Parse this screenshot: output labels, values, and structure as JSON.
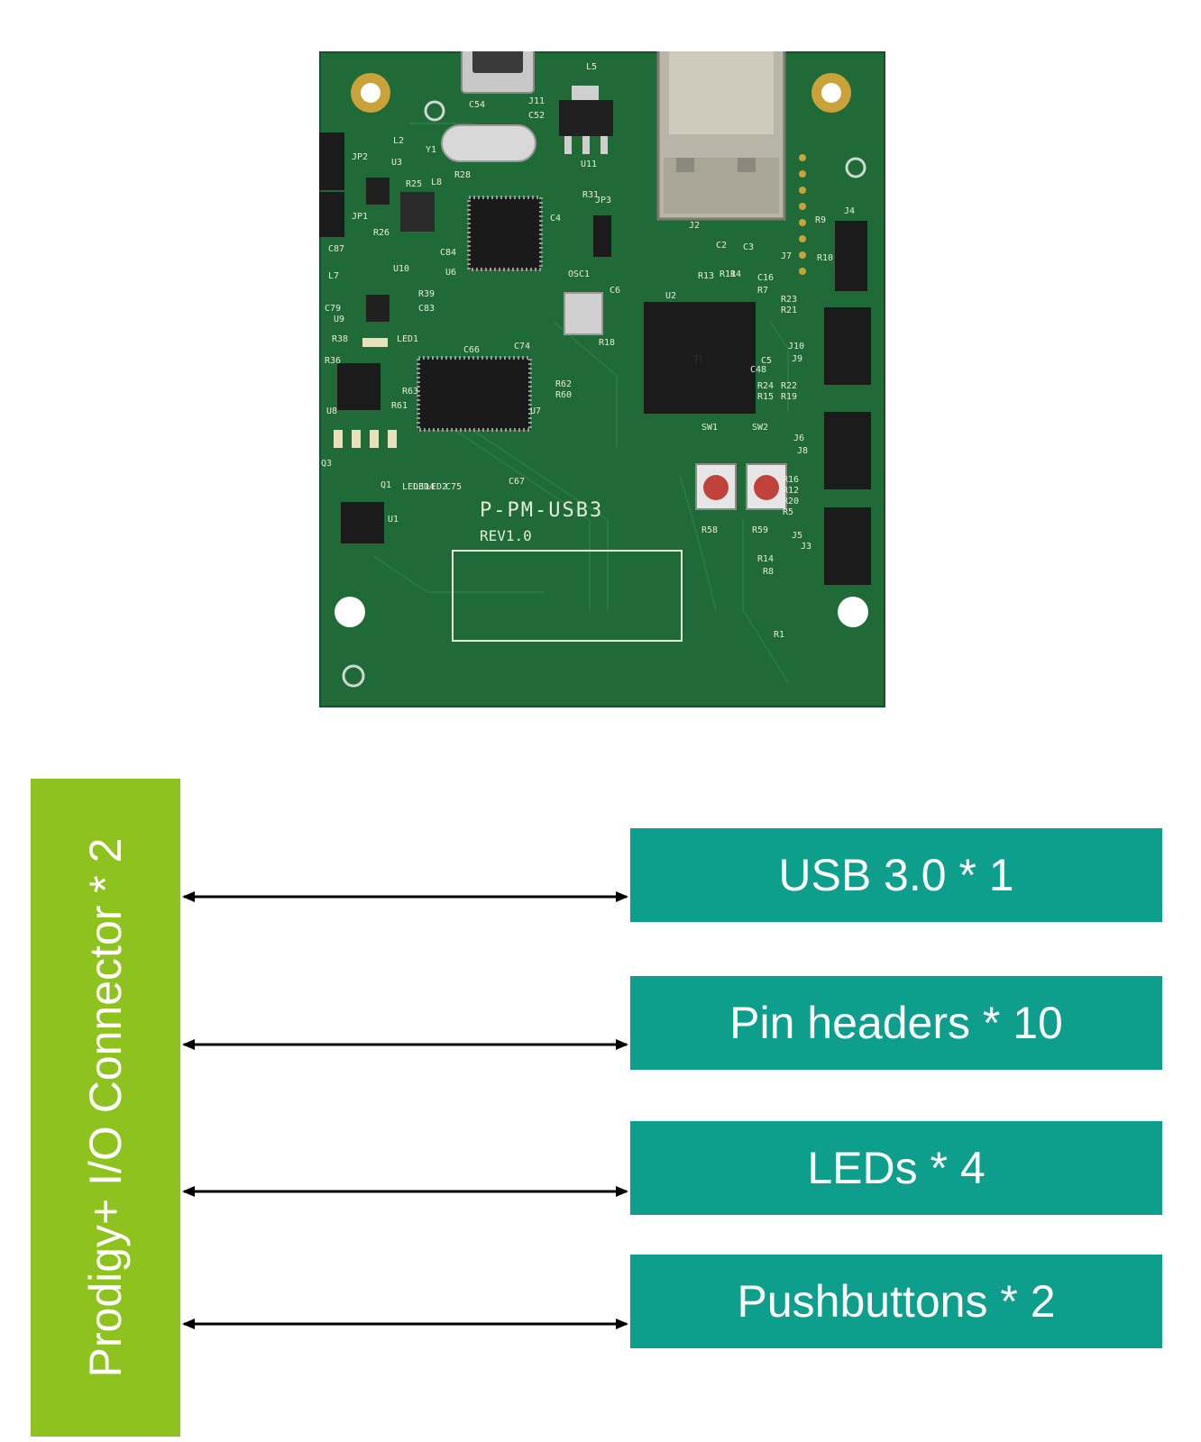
{
  "board": {
    "product_label": "P-PM-USB3",
    "revision_label": "REV1.0",
    "silkscreen": [
      "L5",
      "C54",
      "J11",
      "C52",
      "Y1",
      "R28",
      "U11",
      "JP2",
      "U3",
      "L2",
      "R25",
      "L8",
      "JP1",
      "R26",
      "C87",
      "L7",
      "U10",
      "C84",
      "U6",
      "R39",
      "C83",
      "C79",
      "U9",
      "R36",
      "R38",
      "LED1",
      "C66",
      "C74",
      "R31",
      "JP3",
      "C4",
      "OSC1",
      "C6",
      "R18",
      "U2",
      "J2",
      "J7",
      "R13",
      "R11",
      "R4",
      "C2",
      "C3",
      "C16",
      "R7",
      "R9",
      "R10",
      "J4",
      "R23",
      "R21",
      "C5",
      "C48",
      "J10",
      "J9",
      "R24",
      "R22",
      "R15",
      "R19",
      "J6",
      "J8",
      "R16",
      "R12",
      "R20",
      "R5",
      "J5",
      "J3",
      "R14",
      "R8",
      "R1",
      "R62",
      "R60",
      "U7",
      "U8",
      "R61",
      "R63",
      "Q3",
      "Q1",
      "U1",
      "LED3",
      "LED4",
      "LED2",
      "C75",
      "C67",
      "SW1",
      "SW2",
      "R58",
      "R59"
    ]
  },
  "diagram": {
    "connector_label": "Prodigy+ I/O Connector * 2",
    "blocks": [
      {
        "label": "USB 3.0 * 1"
      },
      {
        "label": "Pin headers * 10"
      },
      {
        "label": "LEDs * 4"
      },
      {
        "label": "Pushbuttons * 2"
      }
    ]
  },
  "colors": {
    "connector": "#8dc21f",
    "block": "#0e9e8c",
    "pcb": "#1f6a37",
    "arrow": "#000000"
  }
}
